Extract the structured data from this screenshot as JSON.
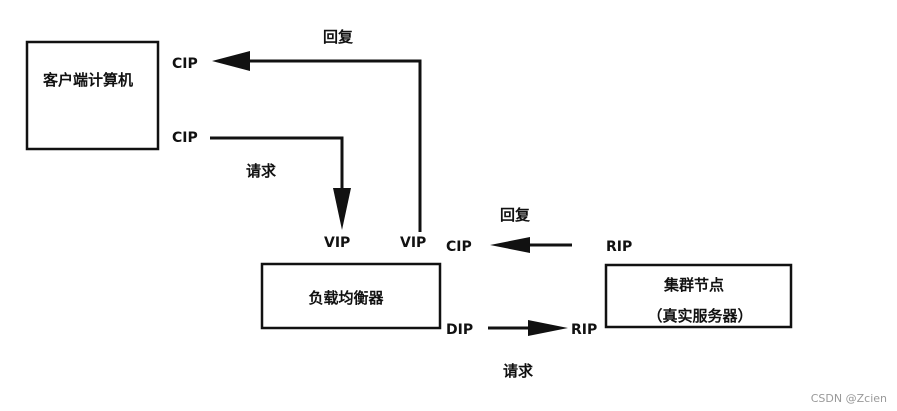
{
  "client": {
    "name": "客户端计算机",
    "ip_top": "CIP",
    "ip_bottom": "CIP"
  },
  "balancer": {
    "name": "负载均衡器",
    "vip_in": "VIP",
    "vip_out": "VIP",
    "cip": "CIP",
    "dip": "DIP"
  },
  "cluster": {
    "name_line1": "集群节点",
    "name_line2": "（真实服务器）",
    "rip_top": "RIP",
    "rip_bottom": "RIP"
  },
  "flows": {
    "reply_top": "回复",
    "request_left": "请求",
    "reply_right": "回复",
    "request_bottom": "请求"
  },
  "watermark": "CSDN @Zcien"
}
